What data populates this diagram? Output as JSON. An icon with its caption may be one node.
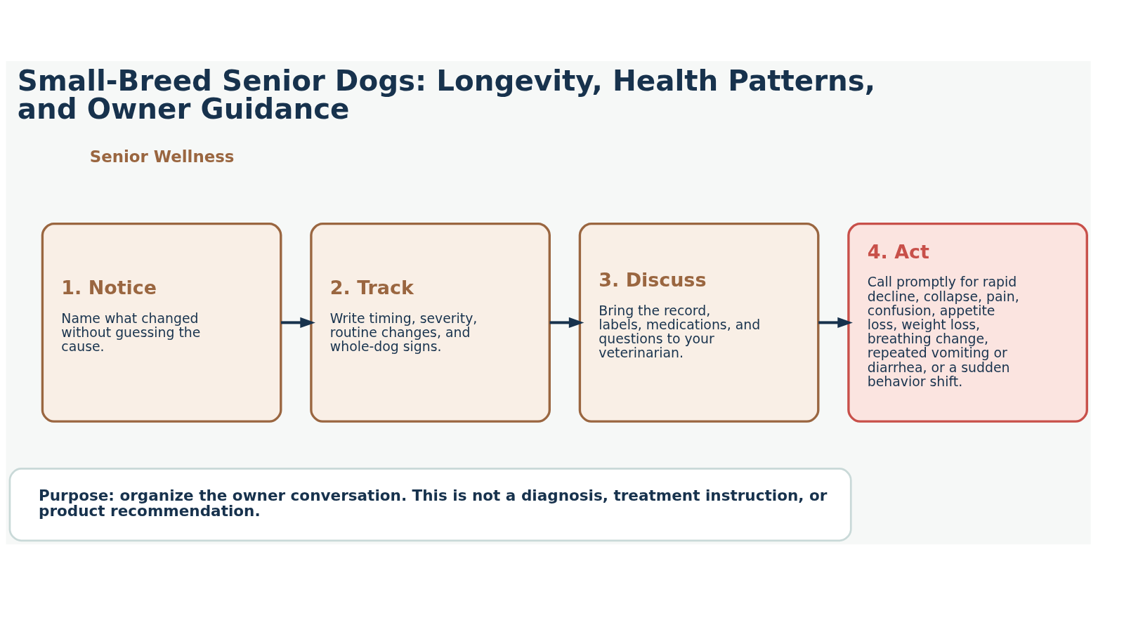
{
  "diagram": {
    "title": "Small-Breed Senior Dogs: Longevity, Health Patterns, and Owner Guidance",
    "nodes": [
      {
        "text": [
          "1. Notice",
          "Name what changed without guessing the cause."
        ]
      },
      {
        "text": [
          "2. Track",
          "Write timing, severity, routine changes, and whole-dog signs."
        ]
      },
      {
        "text": [
          "3. Discuss",
          "Bring the record, labels, medications, and questions to your veterinarian."
        ]
      },
      {
        "text": [
          "4. Act",
          "Call promptly for rapid decline, collapse, pain, confusion, appetite loss, weight loss, breathing change, repeated vomiting or diarrhea, or a sudden behavior shift."
        ]
      },
      {
        "text": [
          "Purpose: organize the owner conversation. This is not a diagnosis, treatment instruction, or product recommendation."
        ]
      }
    ],
    "edges": [
      {
        "from": 0,
        "to": 1,
        "arrow": "to"
      },
      {
        "from": 1,
        "to": 2,
        "arrow": "to"
      },
      {
        "from": 2,
        "to": 3,
        "arrow": "to"
      }
    ],
    "labels": [
      "Senior Wellness"
    ]
  }
}
